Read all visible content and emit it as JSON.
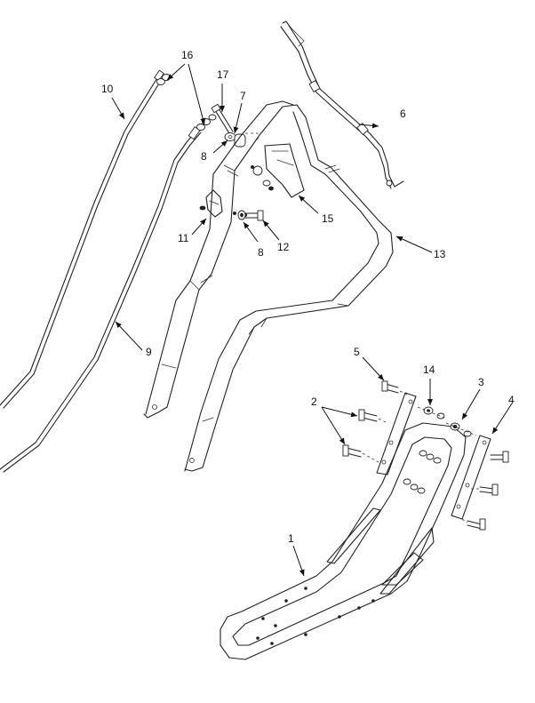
{
  "callouts": {
    "c1": "1",
    "c2": "2",
    "c3": "3",
    "c4": "4",
    "c5": "5",
    "c6": "6",
    "c7": "7",
    "c8a": "8",
    "c8b": "8",
    "c9": "9",
    "c10": "10",
    "c11": "11",
    "c12": "12",
    "c13": "13",
    "c14": "14",
    "c15": "15",
    "c16": "16",
    "c17": "17"
  }
}
